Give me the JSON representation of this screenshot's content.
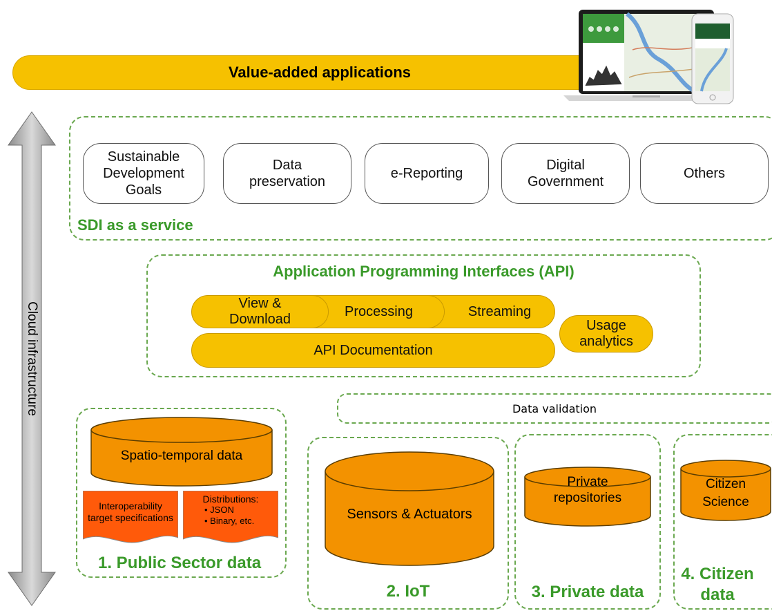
{
  "top_bar": {
    "label": "Value-added applications"
  },
  "cloud_axis": {
    "label": "Cloud infrastructure"
  },
  "sdi": {
    "title": "SDI as a service",
    "services": [
      "Sustainable Development Goals",
      "Data preservation",
      "e-Reporting",
      "Digital Government",
      "Others"
    ]
  },
  "api": {
    "title": "Application Programming Interfaces (API)",
    "view_download": "View & Download",
    "processing": "Processing",
    "streaming": "Streaming",
    "documentation": "API Documentation",
    "usage_analytics": "Usage analytics"
  },
  "data_validation": {
    "label": "Data validation"
  },
  "public_sector": {
    "title": "1. Public Sector data",
    "database": "Spatio-temporal data",
    "doc_specs": "Interoperability target specifications",
    "doc_distributions_title": "Distributions:",
    "doc_distributions_items": [
      "JSON",
      "Binary, etc."
    ]
  },
  "iot": {
    "title": "2. IoT",
    "database": "Sensors & Actuators"
  },
  "private": {
    "title": "3. Private data",
    "database": "Private repositories"
  },
  "citizen": {
    "title": "4. Citizen data",
    "database": "Citizen Science"
  },
  "colors": {
    "green_title": "#3a9a2a",
    "dashed_border": "#6aa84f",
    "yellow": "#f6c100",
    "orange": "#f39200",
    "red_orange": "#ff5a0a",
    "arrow_grey": "#a6a6a6"
  }
}
